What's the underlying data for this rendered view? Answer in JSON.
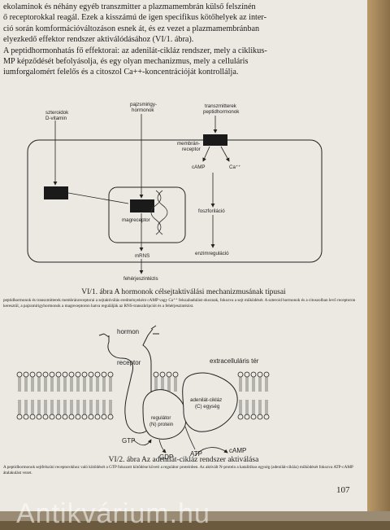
{
  "intro_lines": [
    "ekolaminok és néhány egyéb transzmitter a plazmamembrán külső felszínén",
    "ő receptorokkal reagál. Ezek a kisszámú de igen specifikus kötőhelyek az inter-",
    "ció során komformációváltozáson esnek át, és ez vezet a plazmamembránban",
    "elyezkedő effektor rendszer aktiválódásához (VI/1. ábra).",
    "A peptidhormonhatás fő effektorai: az adenilát-cikláz rendszer, mely a ciklikus-",
    "MP képződését befolyásolja, és egy olyan mechanizmus, mely a celluláris",
    "iumforgalomért felelős és a citoszol Ca++-koncentrációját kontrollálja."
  ],
  "fig1": {
    "labels": {
      "steroid": [
        "szteroidok",
        "D-vitamin"
      ],
      "thyroid": [
        "pajzsmirigy-",
        "hormonok"
      ],
      "peptide": [
        "transzmitterek",
        "peptidhormonok"
      ],
      "membrane_receptor": [
        "membrán-",
        "receptor"
      ],
      "camp": "cAMP",
      "ca": "Ca⁺⁺",
      "nuclear_receptor": "magreceptor",
      "mrna": "mRNS",
      "phosphorylation": "foszforiláció",
      "enzyme_regulation": "enzimreguláció",
      "protein_synthesis": "fehérjeszintézis"
    },
    "caption": "VI/1. ábra A hormonok célsejtaktiválási mechanizmusának típusai",
    "caption_small": "peptidhormonok és transzmitterek membránreceptorai a sejtaktiválás eredményeként cAMP vagy Ca⁺⁺ felszabadulást okoznak, fokozva a sejt működését. A szteroid hormonok és a citoszolban levő receptoron keresztül, a pajzsmirigyhormonok a magreceptoron hatva regulálják az RNS-transzkripciót és a fehérjeszintézist."
  },
  "fig2": {
    "labels": {
      "hormone": "hormon",
      "receptor": "receptor",
      "extracellular": "extracelluláris tér",
      "adenylate_cyclase": [
        "adenilát-cikláz",
        "(C) egység"
      ],
      "regulator": [
        "regulátor",
        "(N) protein"
      ],
      "gtp": "GTP",
      "gdp": "GDP",
      "atp": "ATP",
      "camp": "cAMP"
    },
    "caption": "VI/2. ábra Az adenilát-cikláz rendszer aktiválása",
    "caption_small": "A peptidhormonok sejtfelszíni receptorokhoz való kötődését a GTP fokozott kötődése követi a regulátor proteinben. Az aktivált N-protein a katalitikus egység (adenilát-cikláz) működését fokozva ATP-cAMP átalakulást vezet."
  },
  "page_number": "107",
  "watermark": "Antikvárium.hu"
}
